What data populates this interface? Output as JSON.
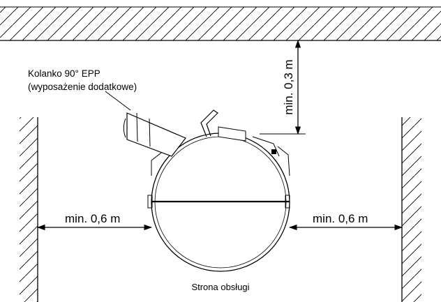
{
  "diagram": {
    "elbow_label_line1": "Kolanko 90° EPP",
    "elbow_label_line2": "(wyposażenie dodatkowe)",
    "ceiling_clearance": "min. 0,3 m",
    "left_clearance": "min. 0,6 m",
    "right_clearance": "min. 0,6 m",
    "service_side": "Strona obsługi"
  }
}
